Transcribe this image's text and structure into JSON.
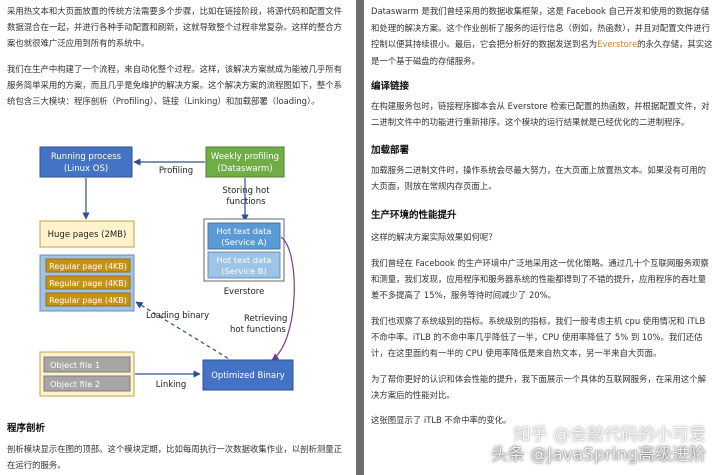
{
  "left": {
    "para1": "采用热文本和大页面放置的传统方法需要多个步骤，比如在链接阶段，将源代码和配置文件数据混合在一起，并进行各种手动配置和刷新，这就导致整个过程非常复杂。这样的整合方案也就很难广泛应用到所有的系统中。",
    "para2": "我们在生产中构建了一个流程，来自动化整个过程。这样，该解决方案就成为能被几乎所有服务简单采用的方案，而且几乎是免维护的解决方案。这个解决方案的流程图如下，整个系统包含三大模块：程序剖析（Profiling）、链接（Linking）和加载部署（loading）。",
    "diagram": {
      "running_process": "Running process",
      "running_process_sub": "(Linux OS)",
      "weekly_profiling": "Weekly profiling",
      "weekly_profiling_sub": "(Dataswarm)",
      "profiling_label": "Profiling",
      "storing_label_1": "Storing hot",
      "storing_label_2": "functions",
      "huge_pages": "Huge pages (2MB)",
      "regular_page": "Regular page (4KB)",
      "hot_text_a_1": "Hot text data",
      "hot_text_a_2": "(Service A)",
      "hot_text_b_1": "Hot text data",
      "hot_text_b_2": "(Service B)",
      "everstore": "Everstore",
      "loading_binary": "Loading binary",
      "retrieving_1": "Retrieving",
      "retrieving_2": "hot functions",
      "object_file_1": "Object file 1",
      "object_file_2": "Object file 2",
      "linking": "Linking",
      "optimized_binary": "Optimized Binary"
    },
    "heading_profiling": "程序剖析",
    "para3": "剖析模块显示在图的顶部。这个模块定期，比如每周执行一次数据收集作业，以剖析测量正在运行的服务。"
  },
  "right": {
    "para1_pre": "Dataswarm 是我们曾经采用的数据收集框架，这是 Facebook 自己开发和使用的数据存储和处理的解决方案。这个作业剖析了服务的运行信息（例如，热函数），并且对配置文件进行控制以便其持续很小。最后，它会把分析好的数据发送到名为",
    "everstore_link": "Everstore",
    "para1_post": "的永久存储，其实这是一个基于磁盘的存储服务。",
    "heading_linking": "编译链接",
    "para2": "在构建服务包时，链接程序脚本会从 Everstore 检索已配置的热函数，并根据配置文件，对二进制文件中的功能进行重新排序。这个模块的运行结果就是已经优化的二进制程序。",
    "heading_loading": "加载部署",
    "para3": "加载服务二进制文件时，操作系统会尽最大努力，在大页面上放置热文本。如果没有可用的大页面，则放在常规内存页面上。",
    "heading_env": "生产环境的性能提升",
    "para4": "这样的解决方案实际效果如何呢？",
    "para5": "我们曾经在 Facebook 的生产环境中广泛地采用这一优化策略。通过几十个互联网服务观察和测量，我们发现，应用程序和服务器系统的性能都得到了不错的提升，应用程序的吞吐量差不多提高了 15%，服务等待时间减少了 20%。",
    "para6": "我们也观察了系统级别的指标。系统级别的指标，我们一般考虑主机 cpu 使用情况和 iTLB 不命中率。iTLB 的不命中率几乎降低了一半，CPU 使用率降低了 5% 到 10%。我们还估计，在这里面约有一半的 CPU 使用率降低是来自热文本，另一半来自大页面。",
    "para7": "为了帮你更好的认识和体会性能的提升，我下面展示一个具体的互联网服务，在采用这个解决方案后的性能对比。",
    "para8": "这张图显示了 iTLB 不命中率的变化。",
    "watermark": "知乎 @会敲代码的小可爱",
    "watermark2": "头条 @JavaSpring高级进阶"
  },
  "colors": {
    "blue_box": "#4472c4",
    "green_box": "#70ad47",
    "huge_pages": "#fff2cc",
    "regular_page": "#c59216",
    "hot_text_a": "#5b9bd5",
    "hot_text_b": "#9dc3e6",
    "object_file": "#a6a6a6"
  }
}
